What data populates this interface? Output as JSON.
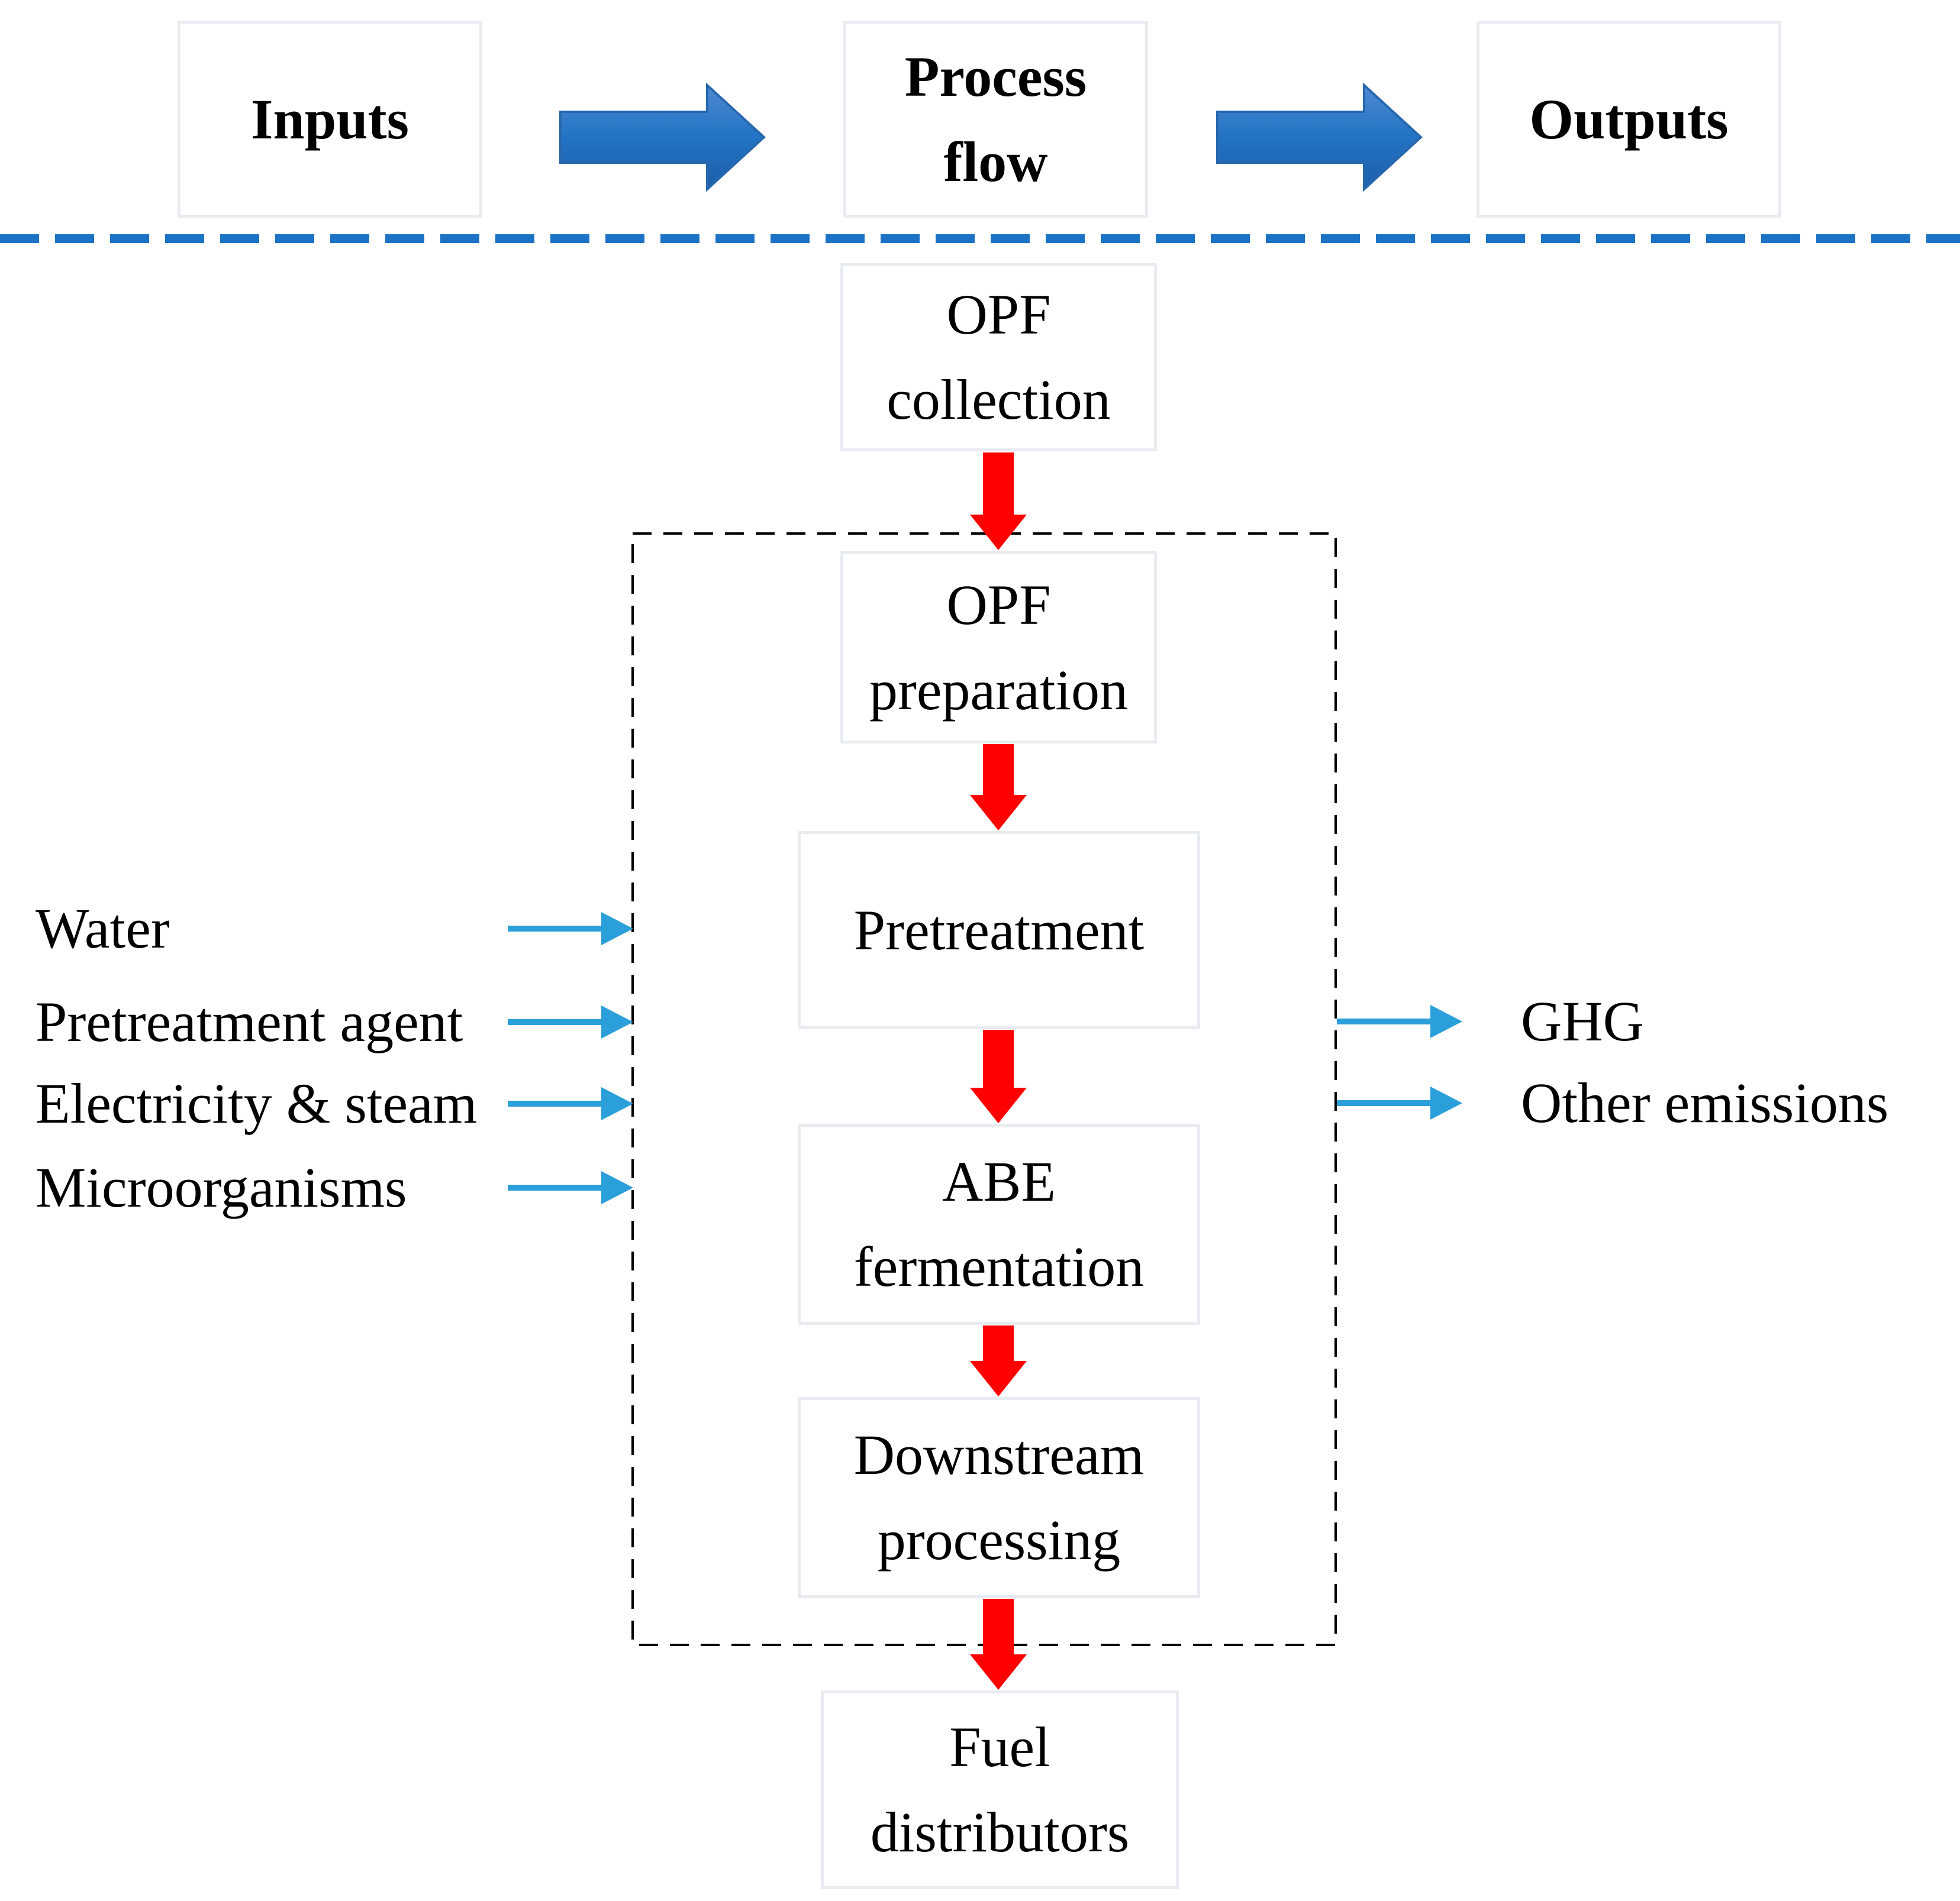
{
  "header": {
    "inputs_label": "Inputs",
    "process_flow_label": "Process\nflow",
    "outputs_label": "Outputs"
  },
  "steps": [
    {
      "label": "OPF\ncollection"
    },
    {
      "label": "OPF\npreparation"
    },
    {
      "label": "Pretreatment"
    },
    {
      "label": "ABE\nfermentation"
    },
    {
      "label": "Downstream\nprocessing"
    },
    {
      "label": "Fuel\ndistributors"
    }
  ],
  "inputs": [
    {
      "label": "Water"
    },
    {
      "label": "Pretreatment agent"
    },
    {
      "label": "Electricity & steam"
    },
    {
      "label": "Microorganisms"
    }
  ],
  "outputs": [
    {
      "label": "GHG"
    },
    {
      "label": "Other emissions"
    }
  ],
  "icons": {
    "header_flow_arrow": "right-block-arrow",
    "process_flow_arrow": "down-block-arrow",
    "io_flow_arrow": "right-arrow",
    "system_boundary": "dashed-rectangle"
  },
  "colors": {
    "header_arrow_blue_top": "#4e8ad0",
    "header_arrow_blue_bottom": "#1c5fa9",
    "dashed_separator_blue": "#1c72c5",
    "io_arrow_blue": "#2b9fd9",
    "process_arrow_red": "#ff0000",
    "box_border_gray": "#e8ecf1",
    "boundary_dash_black": "#000000",
    "text_black": "#000000"
  }
}
